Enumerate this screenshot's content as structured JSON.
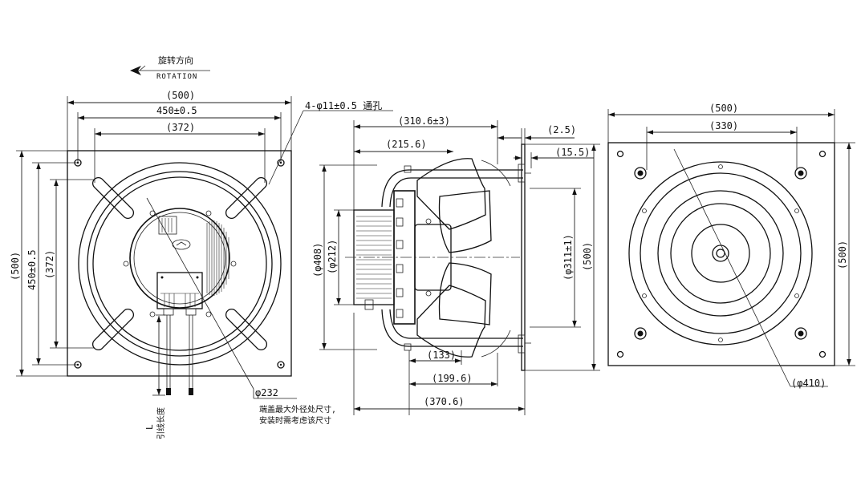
{
  "rotation": {
    "label_cn": "旋转方向",
    "label_en": "ROTATION"
  },
  "front_view": {
    "dims": {
      "overall_width": "(500)",
      "hole_spacing_width": "450±0.5",
      "guard_width": "(372)",
      "overall_height": "(500)",
      "hole_spacing_height": "450±0.5",
      "guard_height": "(372)"
    },
    "holes_note": "4-φ11±0.5 通孔",
    "motor_dia": "φ232",
    "motor_note_line1": "端盖最大外径处尺寸,",
    "motor_note_line2": "安装时需考虑该尺寸",
    "lead_label": "L",
    "lead_label_cn": "引线长度"
  },
  "side_view": {
    "dims": {
      "depth_top": "(310.6±3)",
      "heatsink_depth": "(215.6)",
      "plate_thickness": "(2.5)",
      "flange_offset": "(15.5)",
      "dia_408": "(φ408)",
      "dia_212": "(φ212)",
      "dia_311": "(φ311±1)",
      "height_500": "(500)",
      "depth_133": "(133)",
      "depth_199": "(199.6)",
      "depth_370": "(370.6)"
    }
  },
  "rear_view": {
    "dims": {
      "width": "(500)",
      "bolt_spacing": "(330)",
      "height": "(500)",
      "dia": "(φ410)"
    }
  }
}
